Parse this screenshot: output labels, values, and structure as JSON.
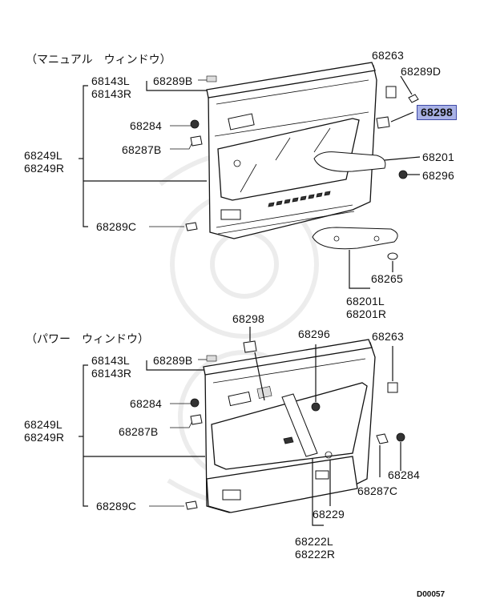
{
  "sections": {
    "manual": "（マニュアル　ウィンドウ）",
    "power": "（パワー　ウィンドウ）"
  },
  "manual": {
    "p68143": [
      "68143L",
      "68143R"
    ],
    "p68289B": "68289B",
    "p68284": "68284",
    "p68287B": "68287B",
    "p68249": [
      "68249L",
      "68249R"
    ],
    "p68289C": "68289C",
    "p68263": "68263",
    "p68289D": "68289D",
    "p68298": "68298",
    "p68201": "68201",
    "p68296": "68296",
    "p68265": "68265",
    "p68201LR": [
      "68201L",
      "68201R"
    ]
  },
  "power": {
    "p68298": "68298",
    "p68296": "68296",
    "p68263": "68263",
    "p68143": [
      "68143L",
      "68143R"
    ],
    "p68289B": "68289B",
    "p68284a": "68284",
    "p68287B": "68287B",
    "p68249": [
      "68249L",
      "68249R"
    ],
    "p68289C": "68289C",
    "p68284b": "68284",
    "p68287C": "68287C",
    "p68229": "68229",
    "p68222": [
      "68222L",
      "68222R"
    ]
  },
  "diagram_code": "D00057"
}
